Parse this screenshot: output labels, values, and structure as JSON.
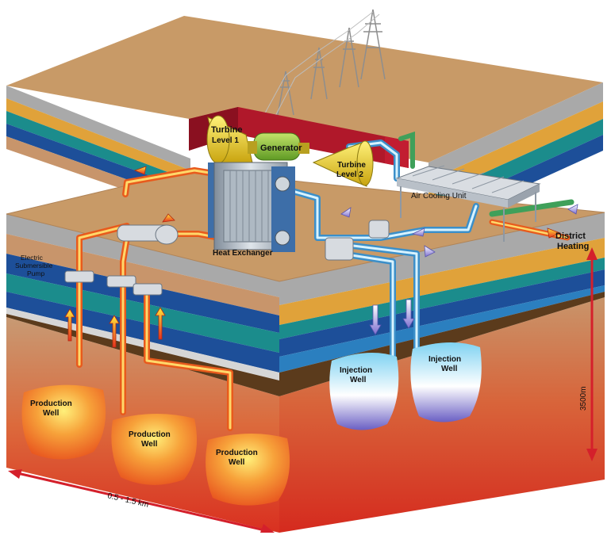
{
  "labels": {
    "turbine_level_1": [
      "Turbine",
      "Level 1"
    ],
    "generator": "Generator",
    "turbine_level_2": [
      "Turbine",
      "Level 2"
    ],
    "air_cooling_unit": "Air Cooling Unit",
    "heat_exchanger": "Heat Exchanger",
    "electric_submersible_pump": [
      "Electric",
      "Submersible",
      "Pump"
    ],
    "district_heating": [
      "District",
      "Heating"
    ],
    "depth": "3500m",
    "span": "0.5 - 1.5 km",
    "production_well": [
      "Production",
      "Well"
    ],
    "injection_well": [
      "Injection",
      "Well"
    ]
  },
  "colors": {
    "ground_top": "#c89a67",
    "strata": [
      "#a9a9a9",
      "#e0a23a",
      "#1b8c8c",
      "#1d4f99",
      "#5b3b1c"
    ],
    "deep_earth_top": "#c8956b",
    "deep_earth_bottom": "#d52a1e",
    "hot_pipe": "#ef7a1e",
    "cold_pipe": "#8fd3f0",
    "generator_green": "#8bc53f",
    "turbine_yellow": "#f2d21a",
    "building_red": "#b0182a",
    "dimension_red": "#d4202b"
  }
}
